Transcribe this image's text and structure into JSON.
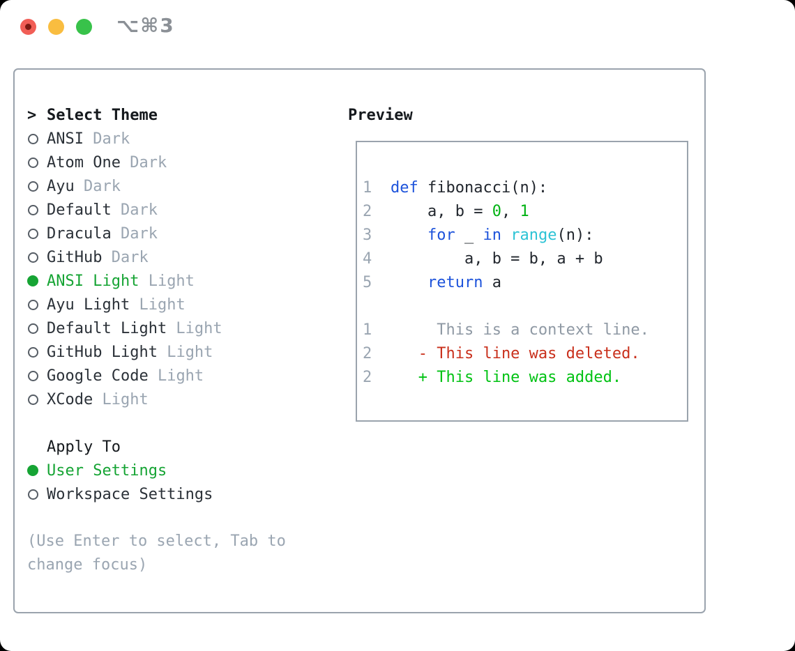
{
  "titlebar": {
    "shortcut_label": "⌥⌘3"
  },
  "theme_list": {
    "cursor": ">",
    "title": "Select Theme",
    "items": [
      {
        "name": "ANSI",
        "tag": "Dark",
        "selected": false
      },
      {
        "name": "Atom One",
        "tag": "Dark",
        "selected": false
      },
      {
        "name": "Ayu",
        "tag": "Dark",
        "selected": false
      },
      {
        "name": "Default",
        "tag": "Dark",
        "selected": false
      },
      {
        "name": "Dracula",
        "tag": "Dark",
        "selected": false
      },
      {
        "name": "GitHub",
        "tag": "Dark",
        "selected": false
      },
      {
        "name": "ANSI Light",
        "tag": "Light",
        "selected": true
      },
      {
        "name": "Ayu Light",
        "tag": "Light",
        "selected": false
      },
      {
        "name": "Default Light",
        "tag": "Light",
        "selected": false
      },
      {
        "name": "GitHub Light",
        "tag": "Light",
        "selected": false
      },
      {
        "name": "Google Code",
        "tag": "Light",
        "selected": false
      },
      {
        "name": "XCode",
        "tag": "Light",
        "selected": false
      }
    ]
  },
  "apply_to": {
    "title": "Apply To",
    "options": [
      {
        "label": "User Settings",
        "selected": true
      },
      {
        "label": "Workspace Settings",
        "selected": false
      }
    ]
  },
  "hint": "(Use Enter to select, Tab to change focus)",
  "preview": {
    "title": "Preview",
    "code_lines": [
      {
        "num": "1",
        "segments": [
          {
            "text": "def",
            "color": "keyword"
          },
          {
            "text": " fibonacci(n):",
            "color": "default"
          }
        ]
      },
      {
        "num": "2",
        "segments": [
          {
            "text": "    a, b = ",
            "color": "default"
          },
          {
            "text": "0",
            "color": "number"
          },
          {
            "text": ", ",
            "color": "default"
          },
          {
            "text": "1",
            "color": "number"
          }
        ]
      },
      {
        "num": "3",
        "segments": [
          {
            "text": "    ",
            "color": "default"
          },
          {
            "text": "for",
            "color": "keyword"
          },
          {
            "text": " _ ",
            "color": "default"
          },
          {
            "text": "in",
            "color": "keyword"
          },
          {
            "text": " ",
            "color": "default"
          },
          {
            "text": "range",
            "color": "builtin"
          },
          {
            "text": "(n):",
            "color": "default"
          }
        ]
      },
      {
        "num": "4",
        "segments": [
          {
            "text": "        a, b = b, a + b",
            "color": "default"
          }
        ]
      },
      {
        "num": "5",
        "segments": [
          {
            "text": "    ",
            "color": "default"
          },
          {
            "text": "return",
            "color": "keyword"
          },
          {
            "text": " a",
            "color": "default"
          }
        ]
      },
      {
        "num": "",
        "segments": []
      },
      {
        "num": "1",
        "segments": [
          {
            "text": "     This is a context line.",
            "color": "context"
          }
        ]
      },
      {
        "num": "2",
        "segments": [
          {
            "text": "   - This line was deleted.",
            "color": "deleted"
          }
        ]
      },
      {
        "num": "2",
        "segments": [
          {
            "text": "   + This line was added.",
            "color": "added"
          }
        ]
      }
    ]
  },
  "colors": {
    "keyword": "#1d53db",
    "builtin": "#2cc3d5",
    "number": "#00b213",
    "default": "#22272e",
    "context": "#8f99a4",
    "deleted": "#c9301c",
    "added": "#00c213",
    "selection_green": "#16a434",
    "muted": "#9aa5b1",
    "border": "#9aa3ad"
  }
}
